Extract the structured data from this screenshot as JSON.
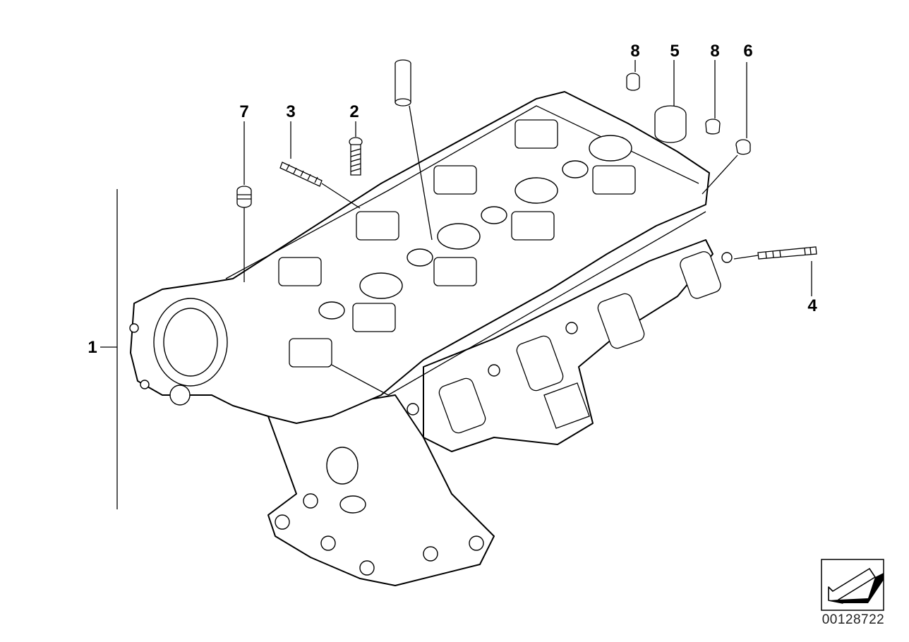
{
  "diagram": {
    "callouts": [
      {
        "id": "1",
        "label": "1"
      },
      {
        "id": "2",
        "label": "2"
      },
      {
        "id": "3",
        "label": "3"
      },
      {
        "id": "4",
        "label": "4"
      },
      {
        "id": "5",
        "label": "5"
      },
      {
        "id": "6",
        "label": "6"
      },
      {
        "id": "7",
        "label": "7"
      },
      {
        "id": "8a",
        "label": "8"
      },
      {
        "id": "8b",
        "label": "8"
      }
    ],
    "document_id": "00128722",
    "icons": {
      "orientation": "arrow-icon"
    }
  }
}
